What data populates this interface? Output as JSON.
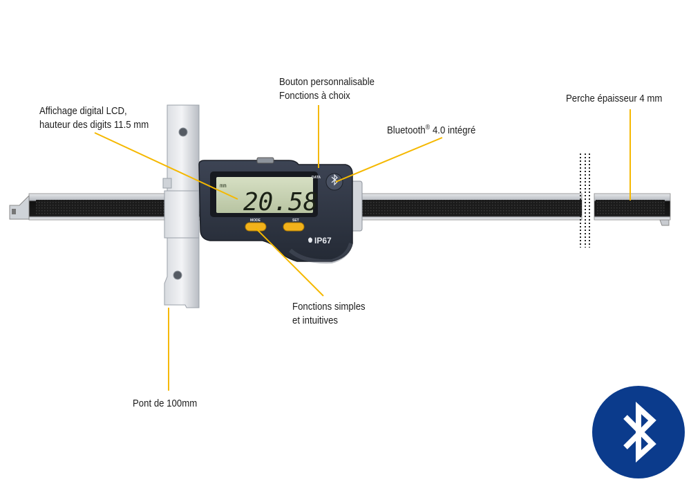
{
  "labels": {
    "lcd_display": [
      "Affichage digital LCD,",
      "hauteur des digits 11.5 mm"
    ],
    "custom_button": [
      "Bouton personnalisable",
      "Fonctions à choix"
    ],
    "bluetooth": {
      "prefix": "Bluetooth",
      "reg": "®",
      "suffix": " 4.0 intégré"
    },
    "rod_thickness": "Perche épaisseur 4 mm",
    "simple_functions": [
      "Fonctions simples",
      "et intuitives"
    ],
    "bridge": "Pont de 100mm"
  },
  "device": {
    "reading": "20.58",
    "unit": "mm",
    "mode_button_label": "MODE",
    "set_button_label": "SET",
    "data_button_label": "DATA",
    "protection_rating": "IP67"
  },
  "colors": {
    "leader_line": "#f5b800",
    "bluetooth_badge": "#0b3b8c",
    "housing": "#2f3542",
    "lcd_background": "#c9d3b6",
    "button": "#f2b21b"
  },
  "icons": [
    "bluetooth-icon"
  ]
}
